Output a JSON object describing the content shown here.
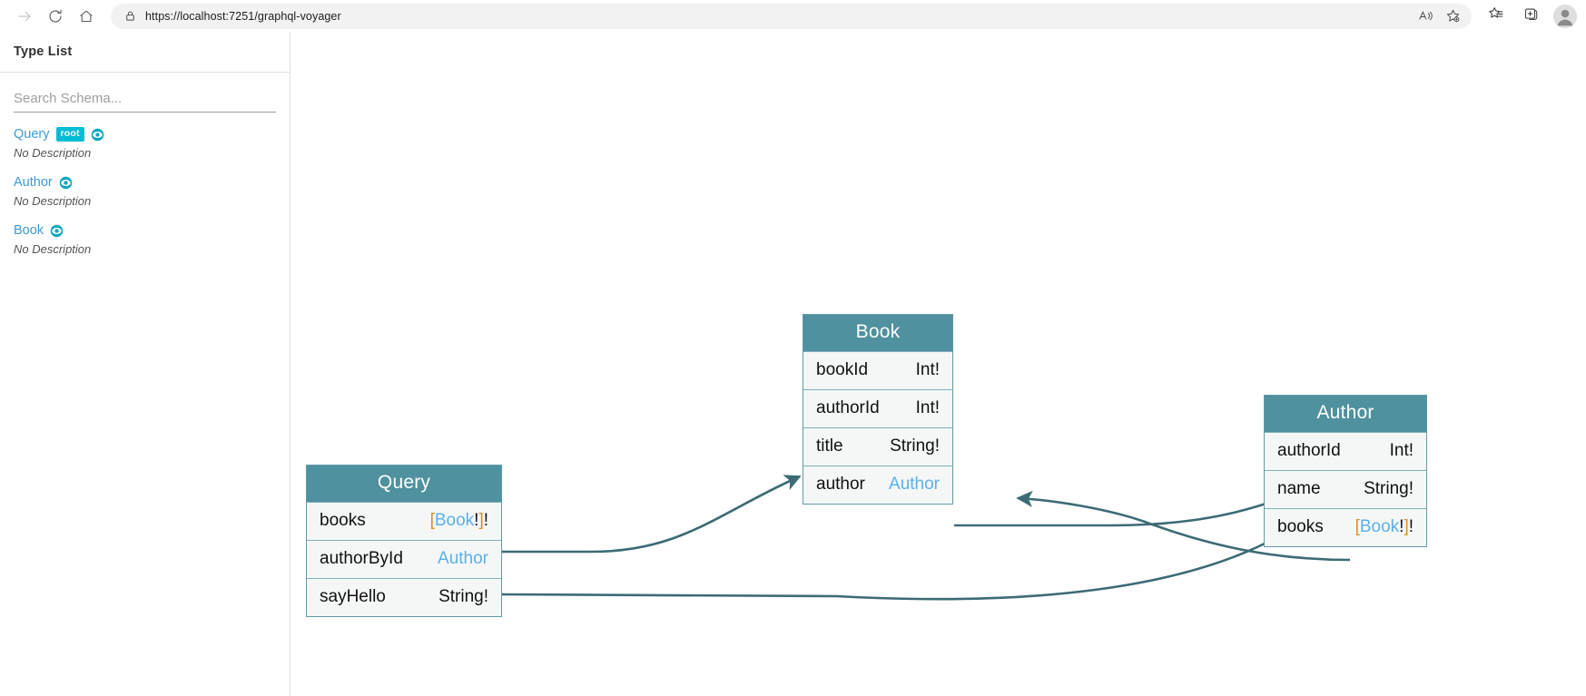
{
  "browser": {
    "url": "https://localhost:7251/graphql-voyager",
    "back_icon": "arrow-left-icon",
    "forward_icon": "arrow-right-icon",
    "refresh_icon": "refresh-icon",
    "home_icon": "home-icon",
    "lock_icon": "lock-icon",
    "read_aloud_icon": "read-aloud-icon",
    "add_favorite_icon": "add-favorite-star-icon",
    "favorites_icon": "favorites-list-icon",
    "collections_icon": "collections-icon",
    "profile_icon": "profile-avatar-icon"
  },
  "sidebar": {
    "title": "Type List",
    "search": {
      "value": "",
      "placeholder": "Search Schema..."
    },
    "types": [
      {
        "name": "Query",
        "badge": "root",
        "description": "No Description",
        "eye": "eye-icon"
      },
      {
        "name": "Author",
        "badge": "",
        "description": "No Description",
        "eye": "eye-icon"
      },
      {
        "name": "Book",
        "badge": "",
        "description": "No Description",
        "eye": "eye-icon"
      }
    ]
  },
  "graph": {
    "nodes": [
      {
        "id": "book",
        "title": "Book",
        "fields": [
          {
            "name": "bookId",
            "type_prefix": "",
            "type_obj": "",
            "type_scalar": "Int!",
            "type_suffix": ""
          },
          {
            "name": "authorId",
            "type_prefix": "",
            "type_obj": "",
            "type_scalar": "Int!",
            "type_suffix": ""
          },
          {
            "name": "title",
            "type_prefix": "",
            "type_obj": "",
            "type_scalar": "String!",
            "type_suffix": ""
          },
          {
            "name": "author",
            "type_prefix": "",
            "type_obj": "Author",
            "type_scalar": "",
            "type_suffix": ""
          }
        ]
      },
      {
        "id": "author",
        "title": "Author",
        "fields": [
          {
            "name": "authorId",
            "type_prefix": "",
            "type_obj": "",
            "type_scalar": "Int!",
            "type_suffix": ""
          },
          {
            "name": "name",
            "type_prefix": "",
            "type_obj": "",
            "type_scalar": "String!",
            "type_suffix": ""
          },
          {
            "name": "books",
            "type_prefix": "[",
            "type_obj": "Book",
            "type_scalar": "",
            "type_suffix": "!]!"
          }
        ]
      },
      {
        "id": "query",
        "title": "Query",
        "fields": [
          {
            "name": "books",
            "type_prefix": "[",
            "type_obj": "Book",
            "type_scalar": "",
            "type_suffix": "!]!"
          },
          {
            "name": "authorById",
            "type_prefix": "",
            "type_obj": "Author",
            "type_scalar": "",
            "type_suffix": ""
          },
          {
            "name": "sayHello",
            "type_prefix": "",
            "type_obj": "",
            "type_scalar": "String!",
            "type_suffix": ""
          }
        ]
      }
    ],
    "edges": [
      {
        "from": "query.books",
        "to": "book"
      },
      {
        "from": "query.authorById",
        "to": "author.name"
      },
      {
        "from": "book.author",
        "to": "author"
      },
      {
        "from": "author.books",
        "to": "book.author"
      }
    ]
  },
  "colors": {
    "node_header": "#4f919e",
    "node_border": "#5f9aa6",
    "node_body": "#f5f7f7",
    "edge": "#3c6b76",
    "type_link": "#3b9bd4",
    "object_type": "#5bb0e8",
    "punctuation": "#d98f1e",
    "root_badge": "#00bcd4",
    "eye": "#0aa7c2"
  }
}
